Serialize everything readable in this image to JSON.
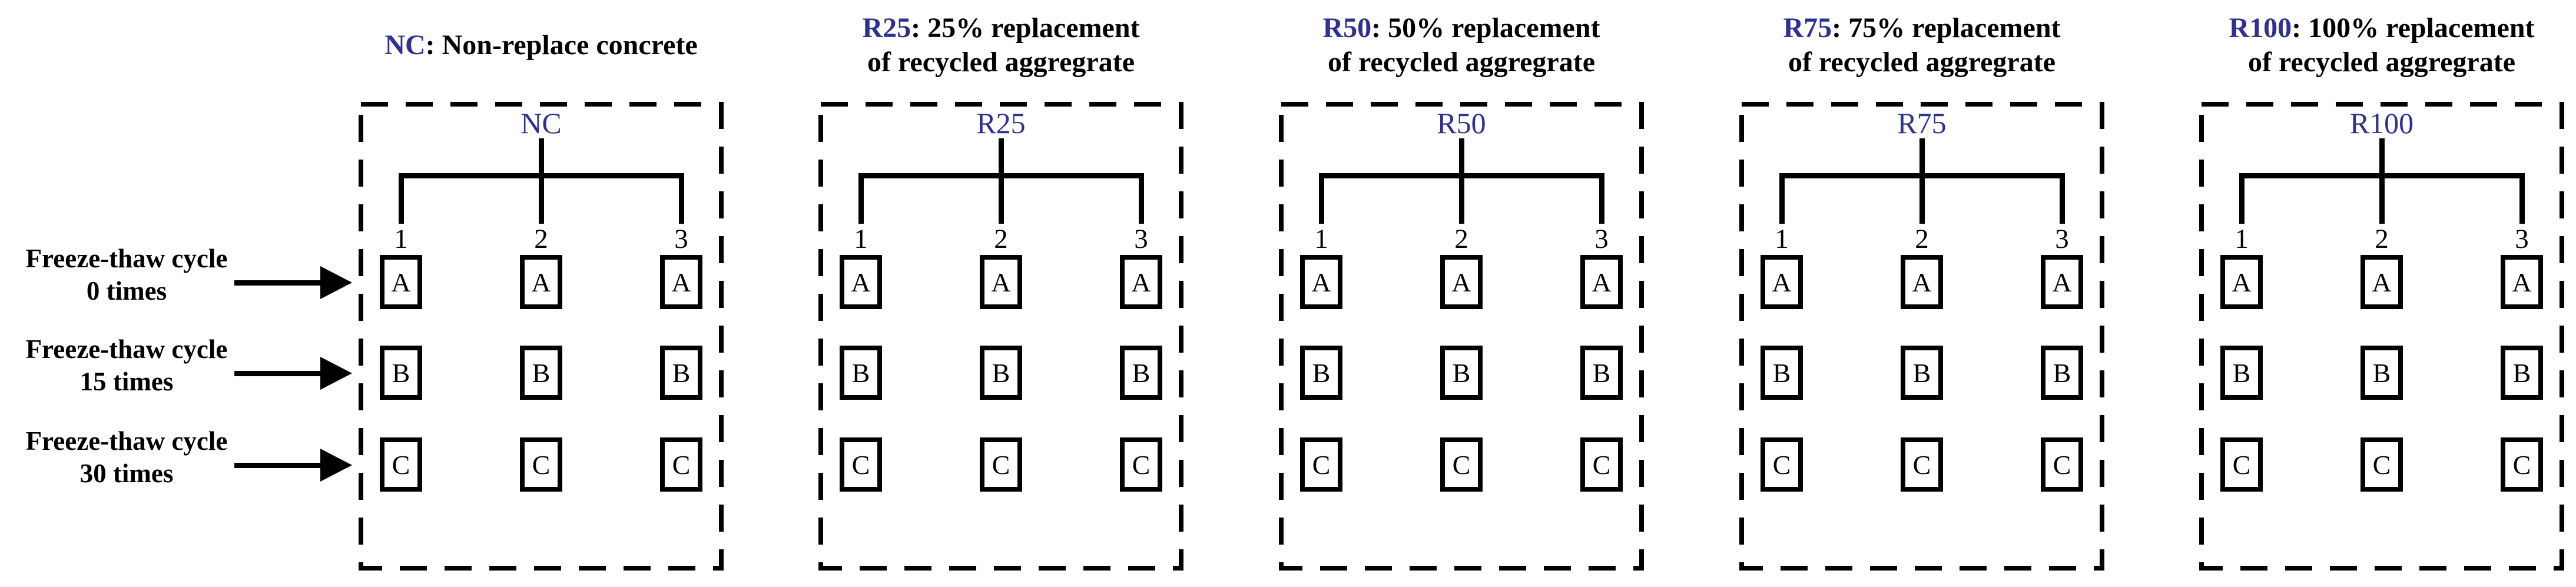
{
  "colors": {
    "accent_blue": "#2e3192",
    "line_black": "#000000"
  },
  "legend": [
    {
      "code": "NC",
      "rest": ": Non-replace concrete",
      "line2": ""
    },
    {
      "code": "R25",
      "rest": ": 25% replacement",
      "line2": "of recycled aggregrate"
    },
    {
      "code": "R50",
      "rest": ": 50% replacement",
      "line2": "of recycled aggregrate"
    },
    {
      "code": "R75",
      "rest": ": 75% replacement",
      "line2": "of recycled aggregrate"
    },
    {
      "code": "R100",
      "rest": ": 100% replacement",
      "line2": "of recycled aggregrate"
    }
  ],
  "groups": [
    {
      "code": "NC"
    },
    {
      "code": "R25"
    },
    {
      "code": "R50"
    },
    {
      "code": "R75"
    },
    {
      "code": "R100"
    }
  ],
  "specimen_numbers": [
    "1",
    "2",
    "3"
  ],
  "specimen_letters": [
    "A",
    "B",
    "C"
  ],
  "row_labels": [
    {
      "line1": "Freeze-thaw cycle",
      "line2": "0 times"
    },
    {
      "line1": "Freeze-thaw cycle",
      "line2": "15 times"
    },
    {
      "line1": "Freeze-thaw cycle",
      "line2": "30 times"
    }
  ]
}
